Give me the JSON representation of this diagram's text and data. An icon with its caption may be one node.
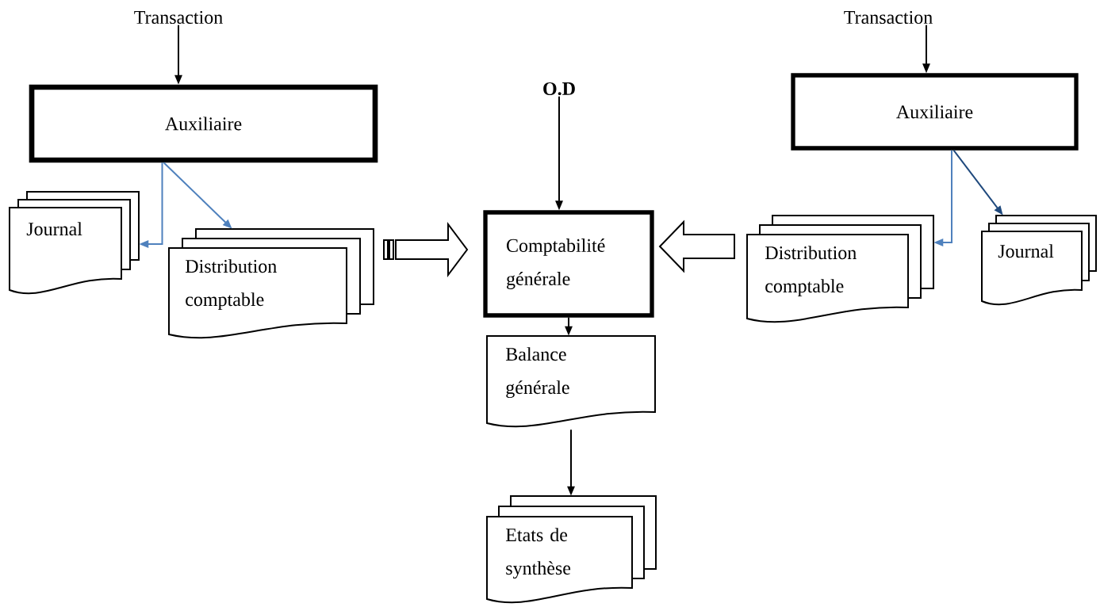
{
  "diagram": {
    "nodes": [
      {
        "text": [
          "Transaction"
        ]
      },
      {
        "text": [
          "Auxiliaire"
        ]
      },
      {
        "text": [
          "Journal"
        ]
      },
      {
        "text": [
          "Distribution comptable"
        ]
      },
      {
        "text": [
          "O.D"
        ]
      },
      {
        "text": [
          "Comptabilité générale"
        ]
      },
      {
        "text": [
          "Balance générale"
        ]
      },
      {
        "text": [
          "Etats de synthèse"
        ]
      },
      {
        "text": [
          "Transaction"
        ]
      },
      {
        "text": [
          "Auxiliaire"
        ]
      },
      {
        "text": [
          "Distribution comptable"
        ]
      },
      {
        "text": [
          "Journal"
        ]
      }
    ],
    "edges": [
      {
        "from": 0,
        "to": 1,
        "arrow": "to"
      },
      {
        "from": 1,
        "to": 2,
        "arrow": "to",
        "color": "#4f81bd"
      },
      {
        "from": 1,
        "to": 3,
        "arrow": "to",
        "color": "#4f81bd"
      },
      {
        "from": 3,
        "to": 5,
        "arrow": "to",
        "style": "thick"
      },
      {
        "from": 4,
        "to": 5,
        "arrow": "to"
      },
      {
        "from": 10,
        "to": 5,
        "arrow": "to",
        "style": "thick"
      },
      {
        "from": 5,
        "to": 6,
        "arrow": "to"
      },
      {
        "from": 6,
        "to": 7,
        "arrow": "to"
      },
      {
        "from": 8,
        "to": 9,
        "arrow": "to"
      },
      {
        "from": 9,
        "to": 10,
        "arrow": "to",
        "color": "#4f81bd"
      },
      {
        "from": 9,
        "to": 11,
        "arrow": "to",
        "color": "#1f497d"
      }
    ]
  }
}
